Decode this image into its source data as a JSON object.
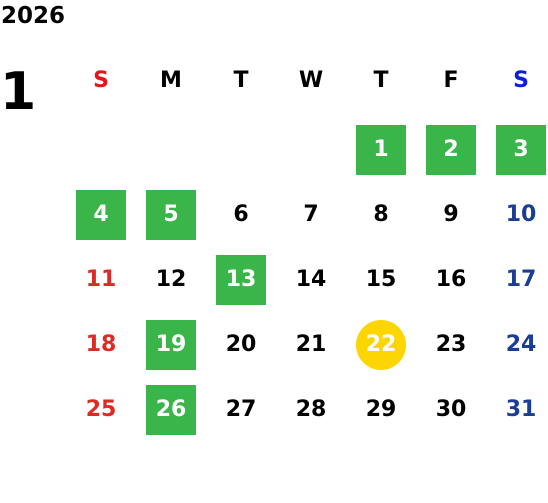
{
  "calendar": {
    "year": "2026",
    "month": "1",
    "weekdays": [
      {
        "label": "S",
        "color": "#e8141b"
      },
      {
        "label": "M",
        "color": "#000000"
      },
      {
        "label": "T",
        "color": "#000000"
      },
      {
        "label": "W",
        "color": "#000000"
      },
      {
        "label": "T",
        "color": "#000000"
      },
      {
        "label": "F",
        "color": "#000000"
      },
      {
        "label": "S",
        "color": "#0b1fd6"
      }
    ],
    "first_weekday_index": 4,
    "days": [
      {
        "label": "1",
        "marked": true
      },
      {
        "label": "2",
        "marked": true
      },
      {
        "label": "3",
        "marked": true
      },
      {
        "label": "4",
        "marked": true
      },
      {
        "label": "5",
        "marked": true
      },
      {
        "label": "6"
      },
      {
        "label": "7"
      },
      {
        "label": "8"
      },
      {
        "label": "9"
      },
      {
        "label": "10"
      },
      {
        "label": "11"
      },
      {
        "label": "12"
      },
      {
        "label": "13",
        "marked": true
      },
      {
        "label": "14"
      },
      {
        "label": "15"
      },
      {
        "label": "16"
      },
      {
        "label": "17"
      },
      {
        "label": "18"
      },
      {
        "label": "19",
        "marked": true
      },
      {
        "label": "20"
      },
      {
        "label": "21"
      },
      {
        "label": "22",
        "today": true
      },
      {
        "label": "23"
      },
      {
        "label": "24"
      },
      {
        "label": "25"
      },
      {
        "label": "26",
        "marked": true
      },
      {
        "label": "27"
      },
      {
        "label": "28"
      },
      {
        "label": "29"
      },
      {
        "label": "30"
      },
      {
        "label": "31"
      }
    ],
    "colors": {
      "sunday": "#dd2a22",
      "saturday": "#1a3d96",
      "weekday": "#000000",
      "marked_bg": "#3ab54a",
      "today_bg": "#fdd500"
    }
  }
}
